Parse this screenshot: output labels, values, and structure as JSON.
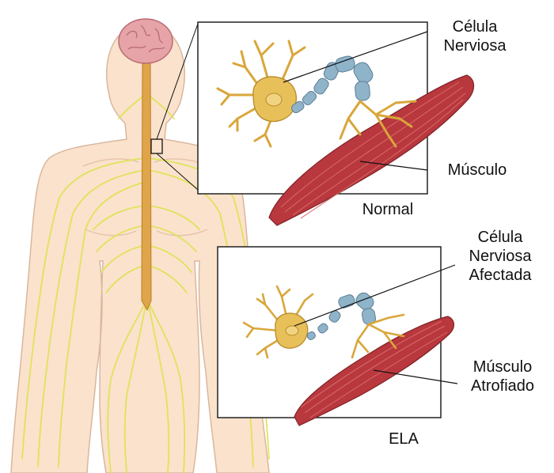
{
  "labels": {
    "normal_cell": [
      "Célula",
      "Nerviosa"
    ],
    "normal_muscle": "Músculo",
    "normal_caption": "Normal",
    "als_cell": [
      "Célula",
      "Nerviosa",
      "Afectada"
    ],
    "als_muscle": [
      "Músculo",
      "Atrofiado"
    ],
    "als_caption": "ELA"
  },
  "colors": {
    "skin": "#fbe2cc",
    "skin_outline": "#d9b79d",
    "nerve": "#dfe35a",
    "spinal_cord": "#e0a54a",
    "brain": "#e6a3a8",
    "neuron": "#e8c05a",
    "axon_sheath": "#8fb3c9",
    "muscle": "#b8383d",
    "muscle_light": "#d86a6a"
  }
}
